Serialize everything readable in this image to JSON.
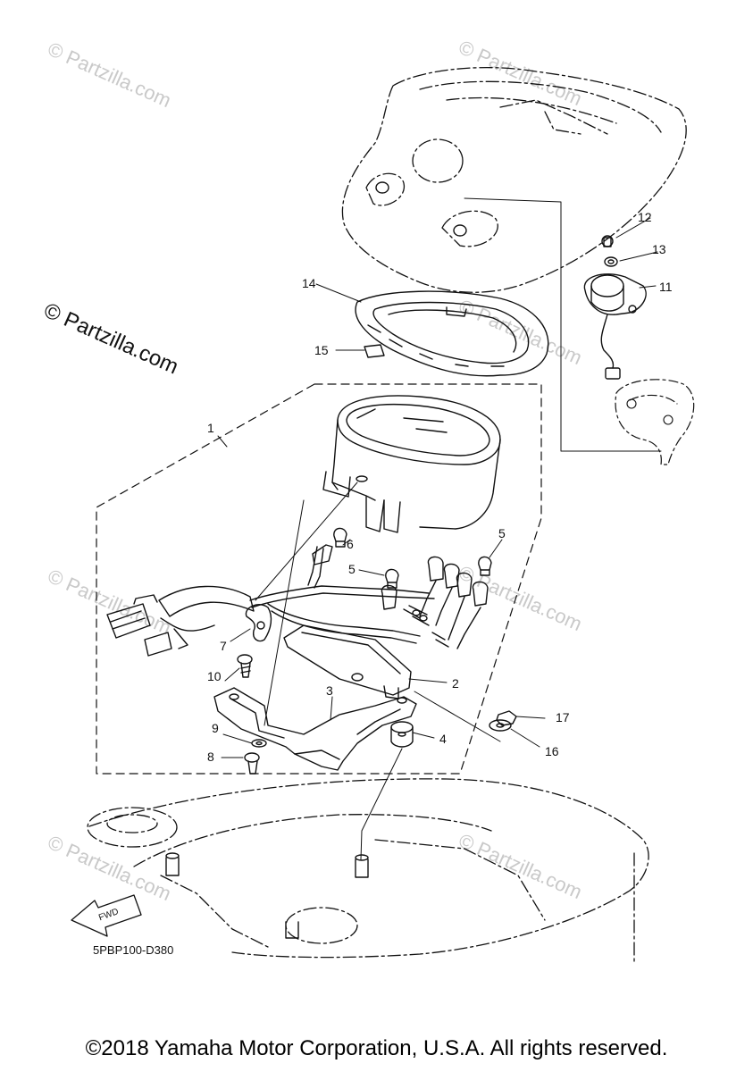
{
  "diagram_code": "5PBP100-D380",
  "copyright": "©2018 Yamaha Motor Corporation, U.S.A. All rights reserved.",
  "watermark_main": "© Partzilla.com",
  "watermark_faint": "© Partzilla.com",
  "fwd_label": "FWD",
  "callouts": [
    {
      "id": "1",
      "label": "1"
    },
    {
      "id": "2",
      "label": "2"
    },
    {
      "id": "3",
      "label": "3"
    },
    {
      "id": "4",
      "label": "4"
    },
    {
      "id": "5a",
      "label": "5"
    },
    {
      "id": "5b",
      "label": "5"
    },
    {
      "id": "6",
      "label": "6"
    },
    {
      "id": "7",
      "label": "7"
    },
    {
      "id": "8",
      "label": "8"
    },
    {
      "id": "9",
      "label": "9"
    },
    {
      "id": "10",
      "label": "10"
    },
    {
      "id": "11",
      "label": "11"
    },
    {
      "id": "12",
      "label": "12"
    },
    {
      "id": "13",
      "label": "13"
    },
    {
      "id": "14",
      "label": "14"
    },
    {
      "id": "15",
      "label": "15"
    },
    {
      "id": "16",
      "label": "16"
    },
    {
      "id": "17",
      "label": "17"
    }
  ]
}
